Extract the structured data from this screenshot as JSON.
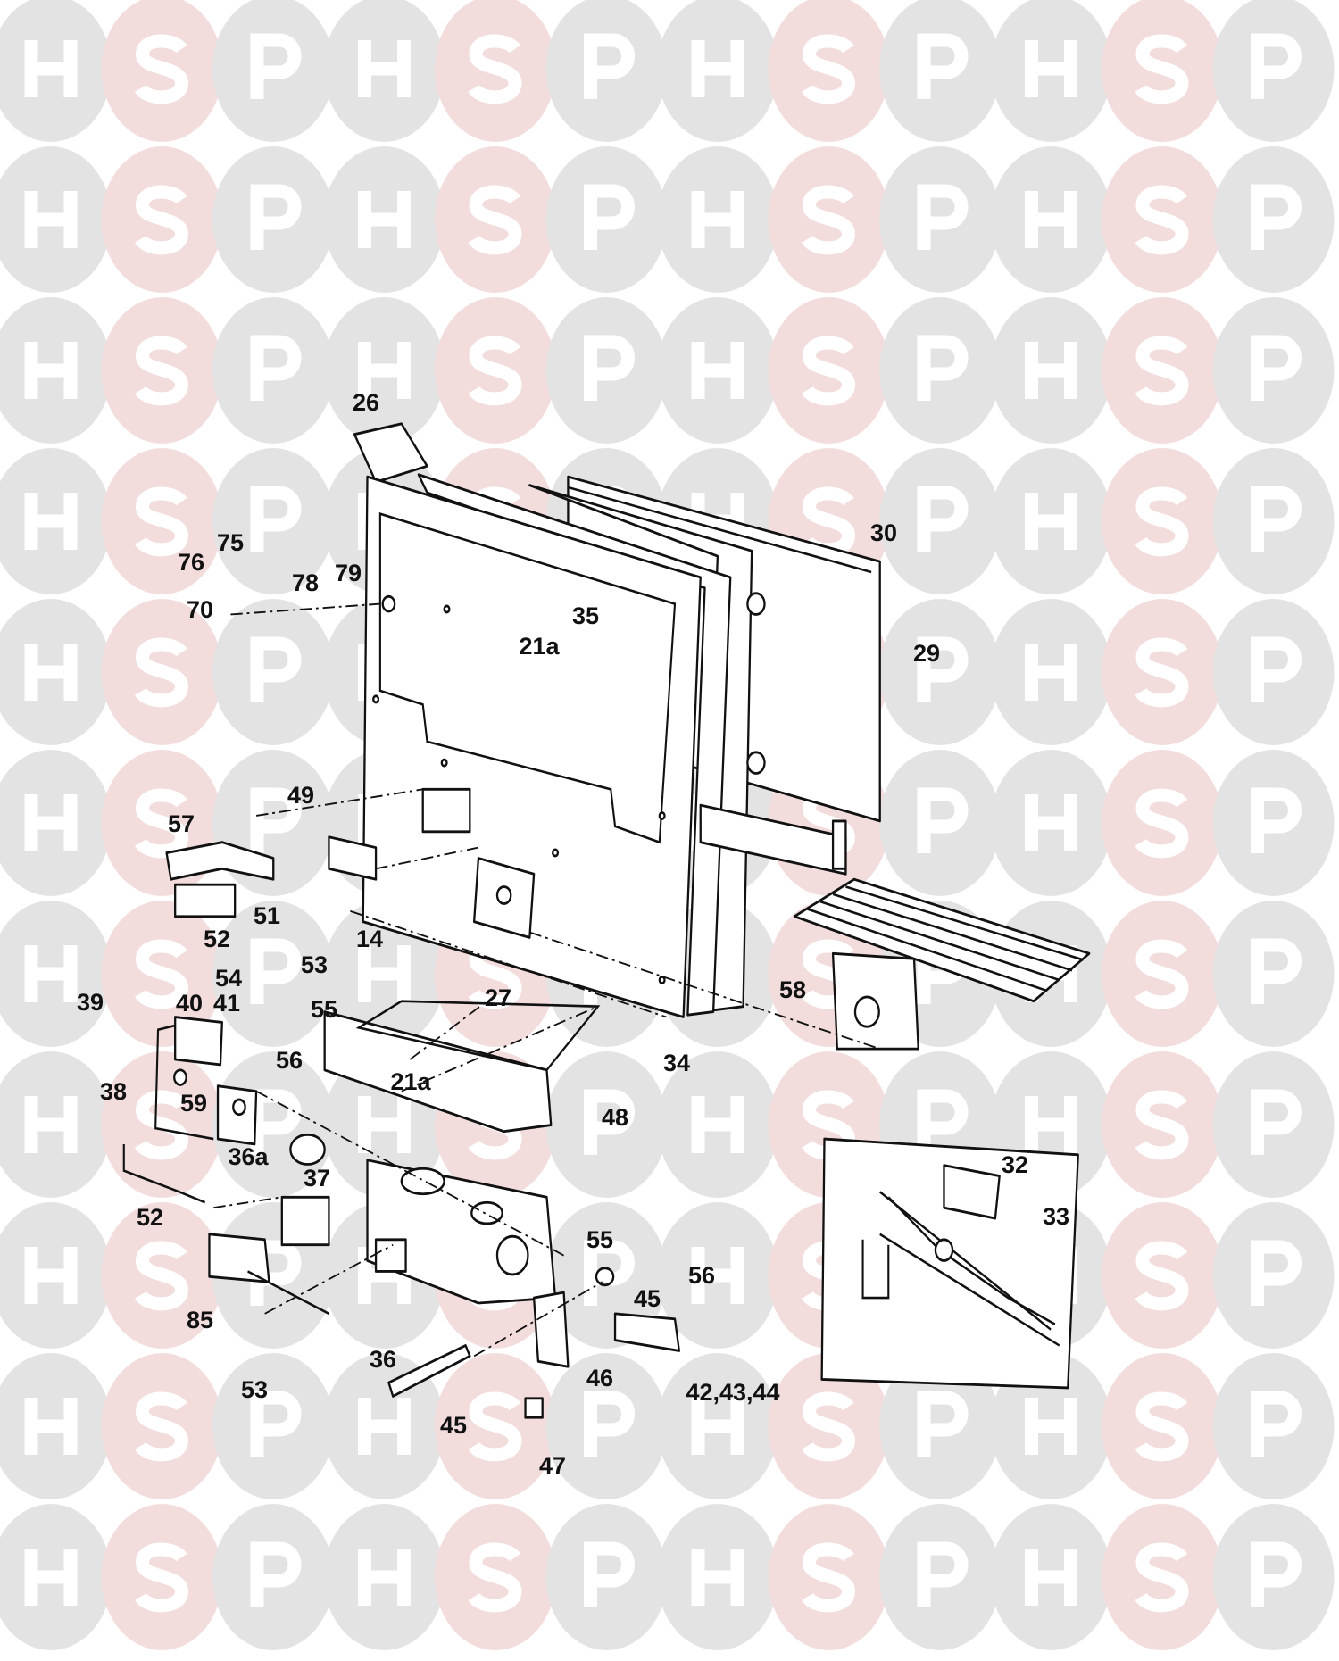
{
  "watermark": {
    "letters": [
      "H",
      "S",
      "P"
    ],
    "colors": {
      "H": "#e3e3e3",
      "S": "#f3dcdc",
      "P": "#e3e3e3"
    }
  },
  "labels": [
    "26",
    "30",
    "29",
    "35",
    "21a",
    "76",
    "75",
    "78",
    "79",
    "70",
    "49",
    "57",
    "51",
    "52",
    "14",
    "53",
    "54",
    "39",
    "40",
    "41",
    "55",
    "56",
    "27",
    "34",
    "58",
    "38",
    "59",
    "21a",
    "48",
    "36a",
    "37",
    "32",
    "33",
    "52",
    "55",
    "56",
    "45",
    "85",
    "36",
    "46",
    "42,43,44",
    "53",
    "45",
    "47"
  ]
}
